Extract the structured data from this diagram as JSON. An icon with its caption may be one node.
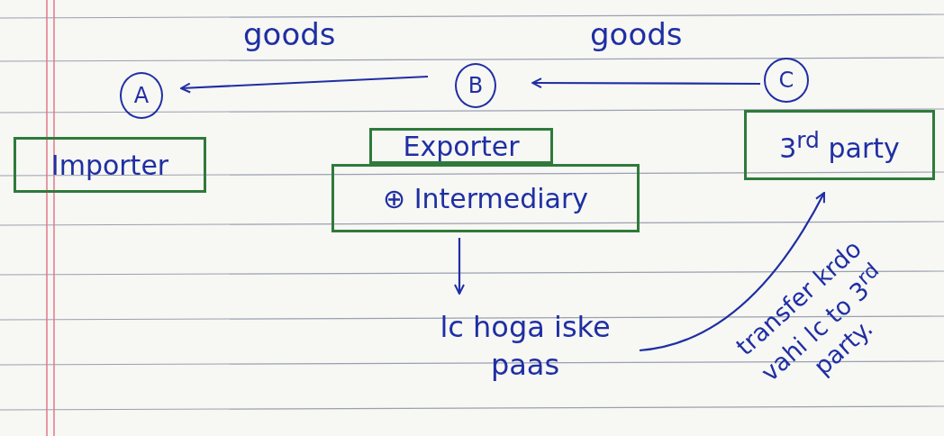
{
  "diagram": {
    "nodes": [
      {
        "text": [
          "A"
        ]
      },
      {
        "text": [
          "B"
        ]
      },
      {
        "text": [
          "C"
        ]
      },
      {
        "text": [
          "Importer"
        ]
      },
      {
        "text": [
          "Exporter"
        ]
      },
      {
        "text": [
          "⊕ Intermediary"
        ]
      },
      {
        "text": [
          "3$^{rd}$ party"
        ]
      },
      {
        "text": [
          "lc hoga iske paas"
        ]
      }
    ],
    "edges": [
      {
        "from": 1,
        "to": 0,
        "arrow": "to",
        "label": "goods"
      },
      {
        "from": 2,
        "to": 1,
        "arrow": "to",
        "label": "goods"
      },
      {
        "from": 5,
        "to": 7,
        "arrow": "to"
      },
      {
        "from": 7,
        "to": 6,
        "arrow": "to",
        "label": "transfer krdo vahi lc to 3$^{rd}$ party."
      }
    ]
  }
}
